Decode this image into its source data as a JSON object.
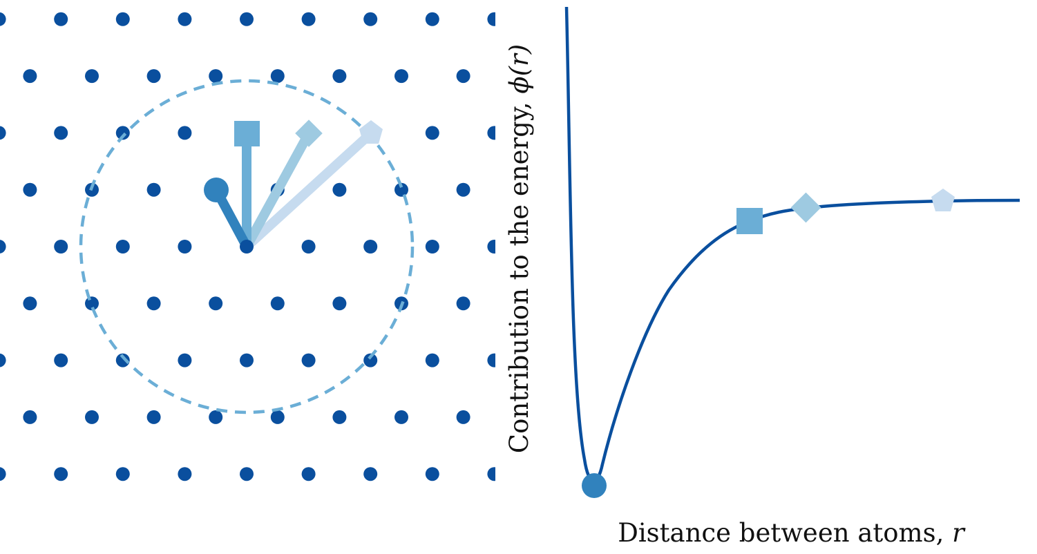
{
  "figure": {
    "xlabel": "Distance between atoms,",
    "xlabel_symbol": "r",
    "ylabel": "Contribution to the energy,",
    "ylabel_symbol": "ϕ(r)"
  },
  "colors": {
    "atom": "#0a4f9e",
    "curve": "#0a4f9e",
    "nearest": "#3182bd",
    "second": "#6baed6",
    "third": "#9ecae1",
    "fourth": "#c6dbef",
    "cutoff_circle": "#6baed6"
  },
  "markers": [
    {
      "name": "nearest-neighbor",
      "shape": "circle",
      "color": "#3182bd"
    },
    {
      "name": "second-neighbor",
      "shape": "square",
      "color": "#6baed6"
    },
    {
      "name": "third-neighbor",
      "shape": "diamond",
      "color": "#9ecae1"
    },
    {
      "name": "fourth-neighbor",
      "shape": "pentagon",
      "color": "#c6dbef"
    }
  ]
}
